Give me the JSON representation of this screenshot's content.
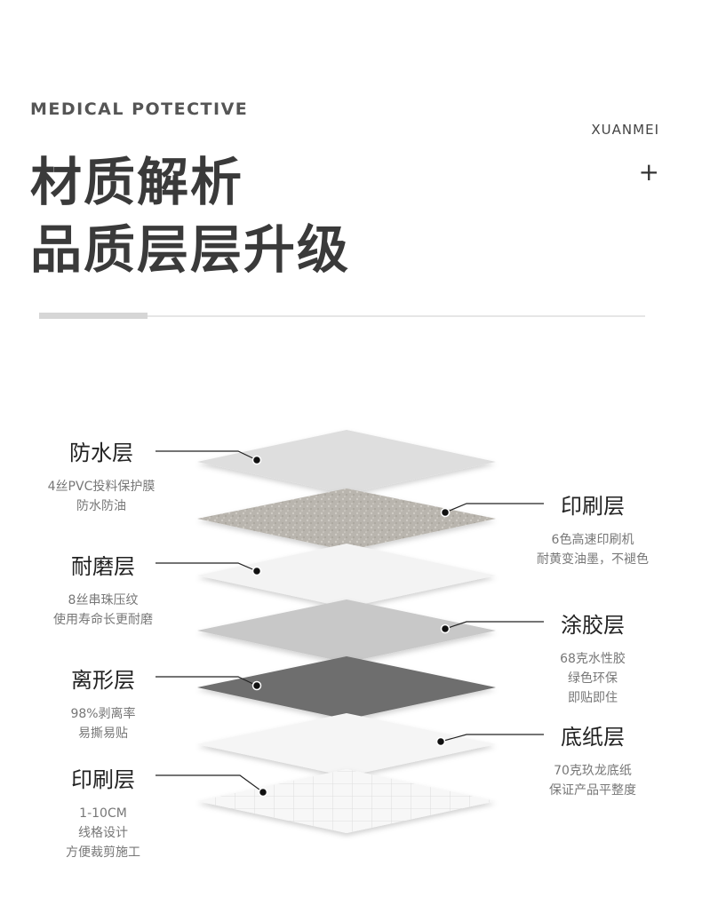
{
  "header": {
    "tag": "MEDICAL POTECTIVE",
    "brand": "XUANMEI",
    "plus": "+",
    "title_line1": "材质解析",
    "title_line2": "品质层层升级"
  },
  "layers_left": [
    {
      "title": "防水层",
      "lines": [
        "4丝PVC投料保护膜",
        "防水防油"
      ]
    },
    {
      "title": "耐磨层",
      "lines": [
        "8丝串珠压纹",
        "使用寿命长更耐磨"
      ]
    },
    {
      "title": "离形层",
      "lines": [
        "98%剥离率",
        "易撕易贴"
      ]
    },
    {
      "title": "印刷层",
      "lines": [
        "1-10CM",
        "线格设计",
        "方便裁剪施工"
      ]
    }
  ],
  "layers_right": [
    {
      "title": "印刷层",
      "lines": [
        "6色高速印刷机",
        "耐黄变油墨，不褪色"
      ]
    },
    {
      "title": "涂胶层",
      "lines": [
        "68克水性胶",
        "绿色环保",
        "即贴即住"
      ]
    },
    {
      "title": "底纸层",
      "lines": [
        "70克玖龙底纸",
        "保证产品平整度"
      ]
    }
  ],
  "colors": {
    "waterproof": "#dedede",
    "print_texture": "#b9b5ae",
    "wear": "#f3f3f3",
    "glue": "#c8c8c8",
    "release": "#6e6e6e",
    "base": "#f5f5f5",
    "grid": "#f7f7f7"
  }
}
